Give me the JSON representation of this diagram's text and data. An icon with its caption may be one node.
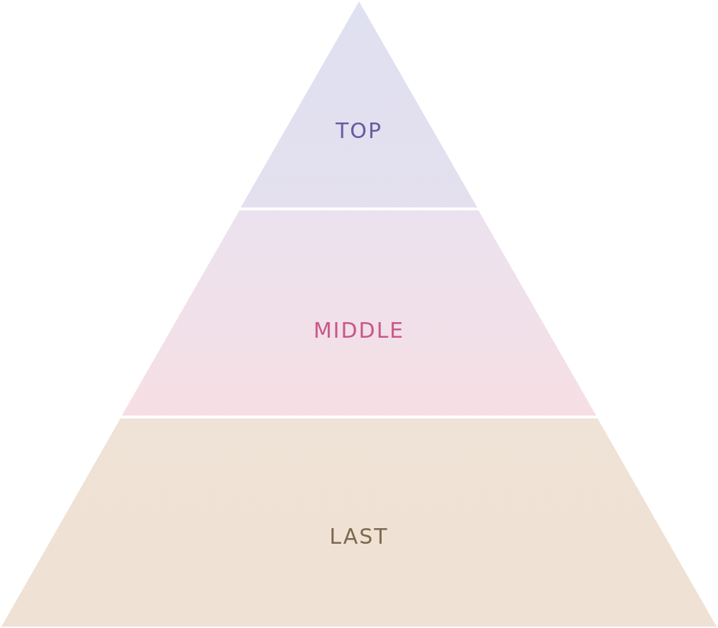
{
  "diagram": {
    "nodes": [
      {
        "text": [
          "TOP"
        ]
      },
      {
        "text": [
          "MIDDLE"
        ]
      },
      {
        "text": [
          "LAST"
        ]
      }
    ]
  }
}
